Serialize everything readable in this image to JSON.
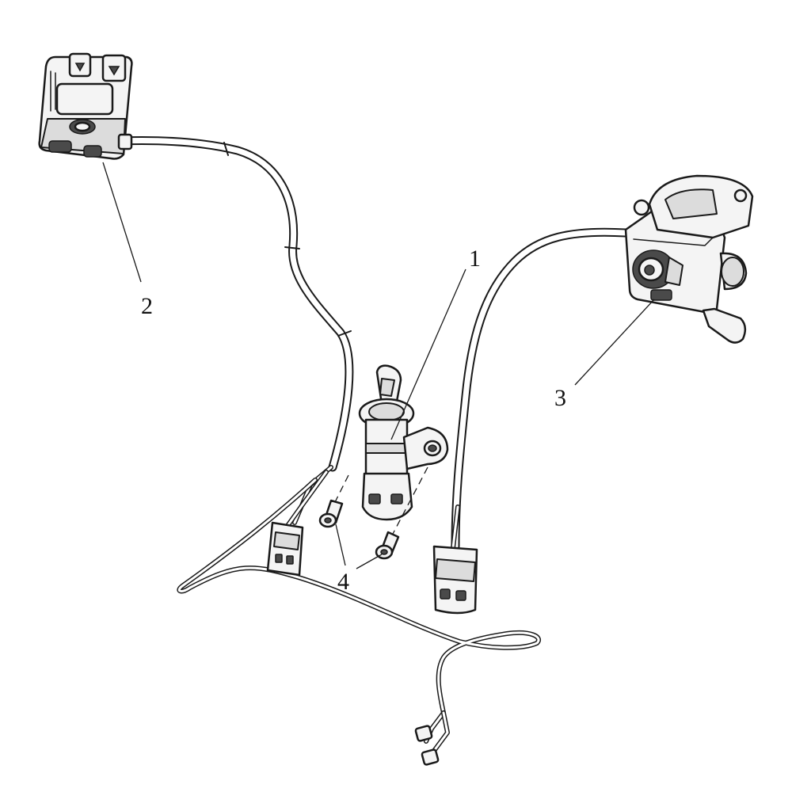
{
  "callouts": [
    {
      "id": "1",
      "label": "1"
    },
    {
      "id": "2",
      "label": "2"
    },
    {
      "id": "3",
      "label": "3"
    },
    {
      "id": "4",
      "label": "4"
    }
  ],
  "colors": {
    "line": "#1a1a1a",
    "fill": "#f4f4f4",
    "shade": "#dcdcdc",
    "background": "#ffffff"
  }
}
